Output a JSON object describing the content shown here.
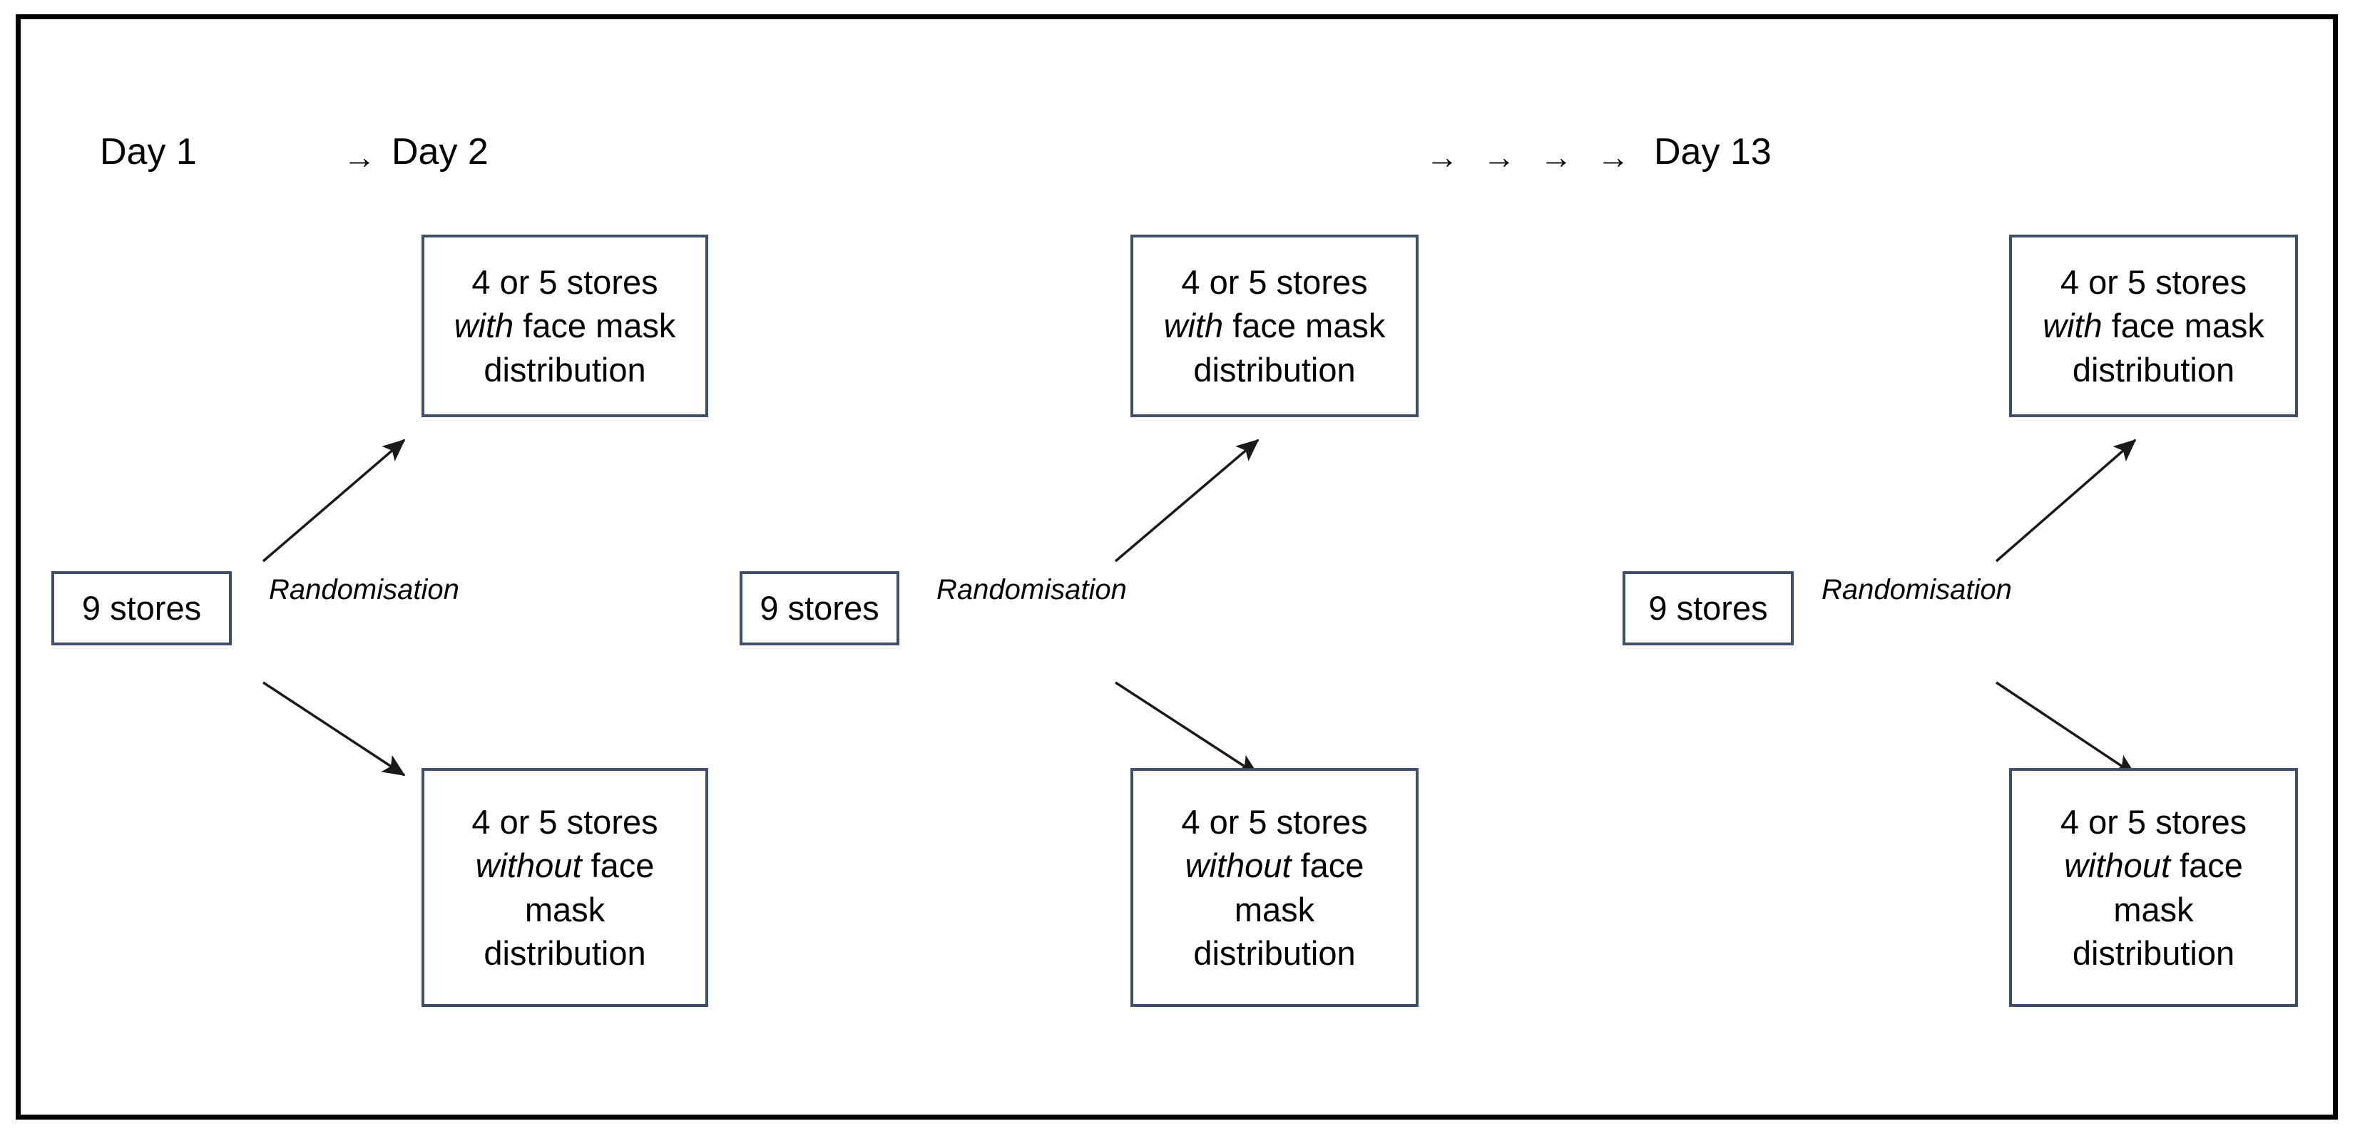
{
  "figure": {
    "border_color": "#000000",
    "box_border_color": "#3f4f69",
    "background": "#ffffff"
  },
  "timeline": {
    "days": [
      {
        "label": "Day 1",
        "preceding_arrows": 0
      },
      {
        "label": "Day 2",
        "preceding_arrows": 1
      },
      {
        "label": "Day 13",
        "preceding_arrows": 4
      }
    ],
    "arrow_glyph": "→",
    "arrow_icon_name": "right-arrow-icon"
  },
  "columns": [
    {
      "day": "Day 1",
      "source_box": "9 stores",
      "randomisation_label": "Randomisation",
      "treatment_box": {
        "line1": "4 or 5 stores",
        "emphasis": "with",
        "line2_rest": " face mask",
        "line3": "distribution"
      },
      "control_box": {
        "line1": "4 or 5 stores",
        "emphasis": "without",
        "line2_rest": " face",
        "line3": "mask",
        "line4": "distribution"
      }
    },
    {
      "day": "Day 2",
      "source_box": "9 stores",
      "randomisation_label": "Randomisation",
      "treatment_box": {
        "line1": "4 or 5 stores",
        "emphasis": "with",
        "line2_rest": " face mask",
        "line3": "distribution"
      },
      "control_box": {
        "line1": "4 or 5 stores",
        "emphasis": "without",
        "line2_rest": " face",
        "line3": "mask",
        "line4": "distribution"
      }
    },
    {
      "day": "Day 13",
      "source_box": "9 stores",
      "randomisation_label": "Randomisation",
      "treatment_box": {
        "line1": "4 or 5 stores",
        "emphasis": "with",
        "line2_rest": " face mask",
        "line3": "distribution"
      },
      "control_box": {
        "line1": "4 or 5 stores",
        "emphasis": "without",
        "line2_rest": " face",
        "line3": "mask",
        "line4": "distribution"
      }
    }
  ]
}
